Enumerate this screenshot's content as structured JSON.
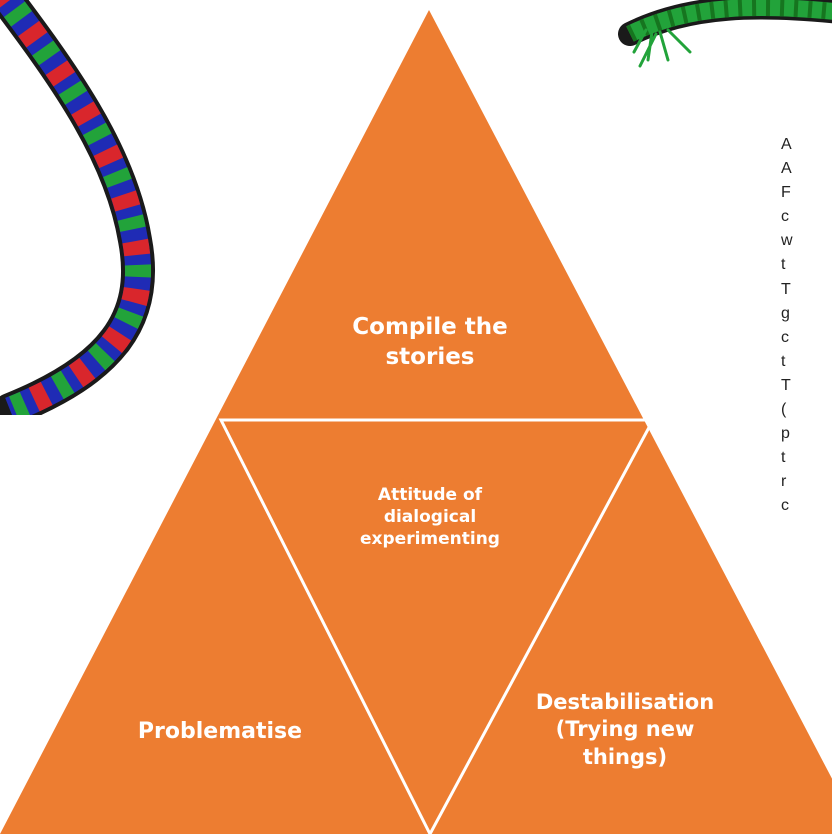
{
  "diagram": {
    "colors": {
      "triangle_fill": "#ED7D31",
      "divider_lines": "#ffffff",
      "rope_outline": "#1a1a1a",
      "rope_red": "#d9262c",
      "rope_blue": "#1f2bb5",
      "rope_green": "#22a33a"
    },
    "top_label": "Compile the\nstories",
    "center_label": "Attitude of\ndialogical\nexperimenting",
    "left_label": "Problematise",
    "right_label": "Destabilisation\n(Trying new\nthings)"
  },
  "side_text": {
    "paragraph_1": "A\nA\nF\nc\nw\nt",
    "paragraph_2": "T\ng\nc\nt\nT\n(\np\nt\nr\nc"
  },
  "decorations": {
    "left_rope": "multicolour-twisted-rope-icon",
    "top_right_rope": "green-twisted-rope-icon"
  }
}
